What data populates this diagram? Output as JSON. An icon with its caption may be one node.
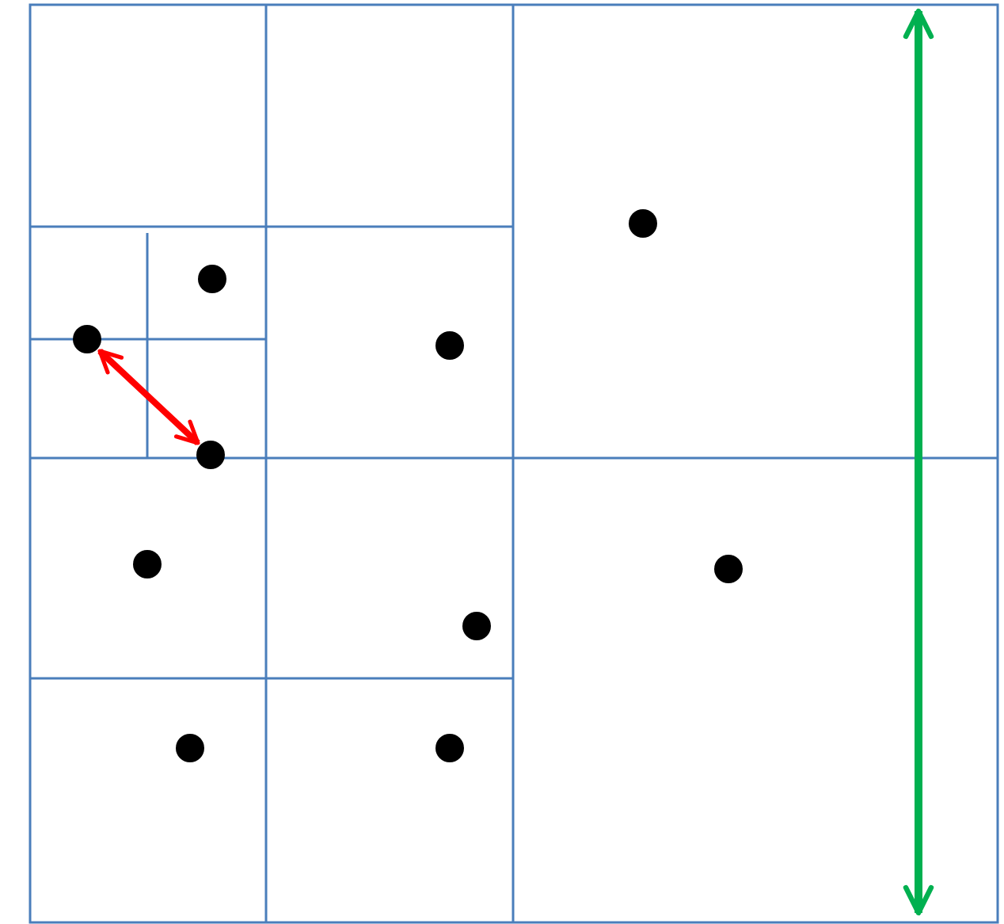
{
  "diagram": {
    "nodes": [
      {
        "text": [],
        "shape": "circle"
      },
      {
        "text": [],
        "shape": "circle"
      },
      {
        "text": [],
        "shape": "circle"
      },
      {
        "text": [],
        "shape": "circle"
      },
      {
        "text": [],
        "shape": "circle"
      },
      {
        "text": [],
        "shape": "circle"
      },
      {
        "text": [],
        "shape": "circle"
      },
      {
        "text": [],
        "shape": "circle"
      },
      {
        "text": [],
        "shape": "circle"
      },
      {
        "text": [],
        "shape": "circle"
      }
    ],
    "edges": [
      {
        "from": 2,
        "to": 4,
        "arrow": "both"
      }
    ]
  }
}
